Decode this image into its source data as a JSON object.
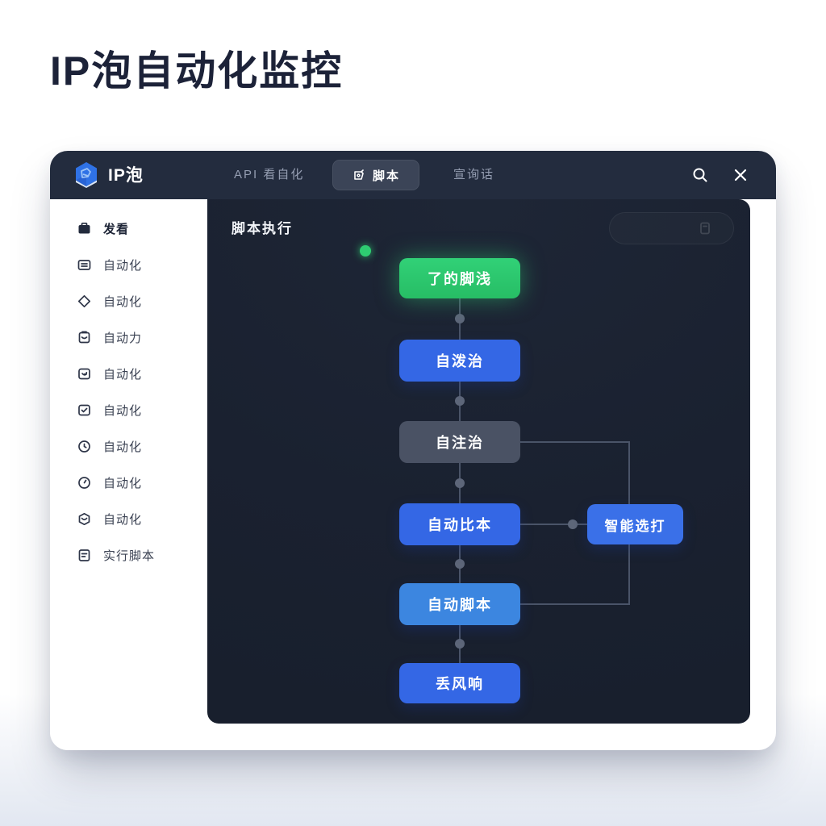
{
  "page": {
    "title": "IP泡自动化监控"
  },
  "header": {
    "logo_text": "IP泡",
    "nav_items": [
      {
        "label": "API 看自化",
        "active": false
      },
      {
        "label": "脚本",
        "active": true
      },
      {
        "label": "宣询话",
        "active": false
      }
    ],
    "icons": [
      "logo-cube-icon",
      "script-tab-icon",
      "search-icon",
      "close-icon"
    ]
  },
  "sidebar": {
    "items": [
      {
        "label": "发看",
        "icon": "briefcase-icon",
        "active": true
      },
      {
        "label": "自动化",
        "icon": "card-list-icon",
        "active": false
      },
      {
        "label": "自动化",
        "icon": "diamond-icon",
        "active": false
      },
      {
        "label": "自动力",
        "icon": "clipboard-icon",
        "active": false
      },
      {
        "label": "自动化",
        "icon": "arrow-square-icon",
        "active": false
      },
      {
        "label": "自动化",
        "icon": "check-square-icon",
        "active": false
      },
      {
        "label": "自动化",
        "icon": "clock-icon",
        "active": false
      },
      {
        "label": "自动化",
        "icon": "clock-icon",
        "active": false
      },
      {
        "label": "自动化",
        "icon": "box-icon",
        "active": false
      },
      {
        "label": "实行脚本",
        "icon": "document-icon",
        "active": false
      }
    ]
  },
  "main": {
    "title": "脚本执行",
    "search_placeholder": "",
    "flow_nodes": [
      {
        "label": "了的脚浅",
        "variant": "start"
      },
      {
        "label": "自泼治",
        "variant": "blue"
      },
      {
        "label": "自注治",
        "variant": "gray"
      },
      {
        "label": "自动比本",
        "variant": "blue"
      },
      {
        "label": "智能选打",
        "variant": "side"
      },
      {
        "label": "自动脚本",
        "variant": "light"
      },
      {
        "label": "丢风响",
        "variant": "blue"
      }
    ]
  },
  "colors": {
    "accent_green": "#2ecc71",
    "accent_blue": "#3467e5",
    "node_gray": "#4a5264",
    "node_light_blue": "#3c86e0",
    "header_bg": "#232c3e",
    "panel_bg": "#1b2232",
    "connector": "#4a5468",
    "title_text": "#1c2238"
  }
}
